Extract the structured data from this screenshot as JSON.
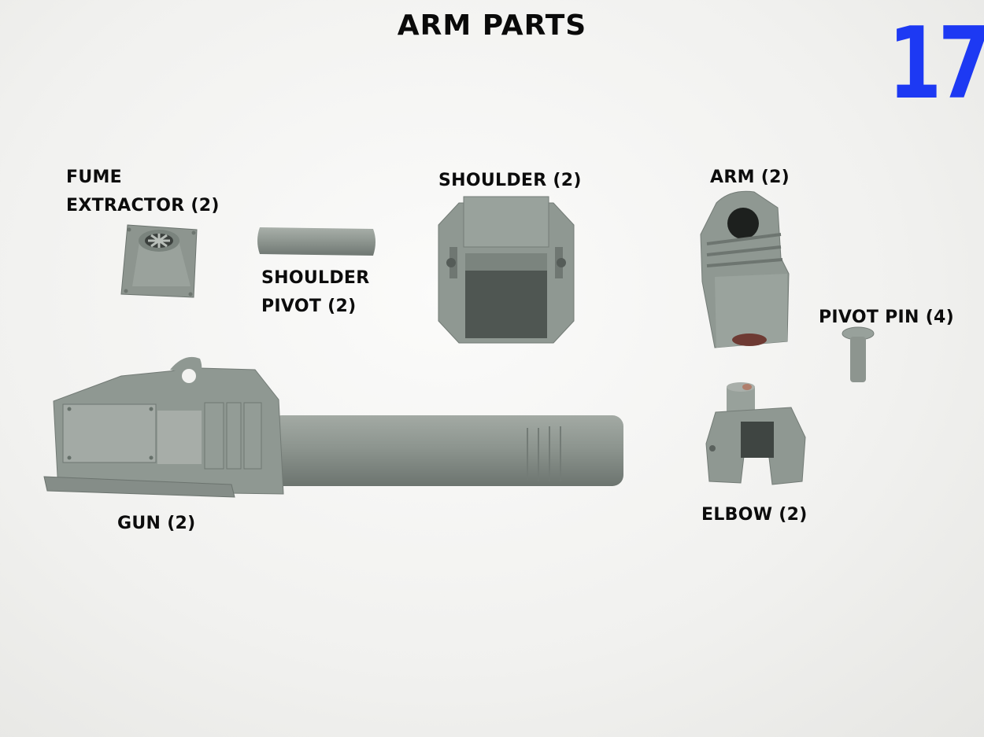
{
  "title": "ARM PARTS",
  "step_number": "17",
  "colors": {
    "step_number": "#1d39f3",
    "part": "#8f9892",
    "background": "#f4f4f2"
  },
  "labels": {
    "fume_extractor": "FUME\nEXTRACTOR (2)",
    "shoulder_pivot": "SHOULDER\nPIVOT (2)",
    "shoulder": "SHOULDER (2)",
    "arm": "ARM (2)",
    "pivot_pin": "PIVOT PIN (4)",
    "gun": "GUN (2)",
    "elbow": "ELBOW (2)"
  }
}
